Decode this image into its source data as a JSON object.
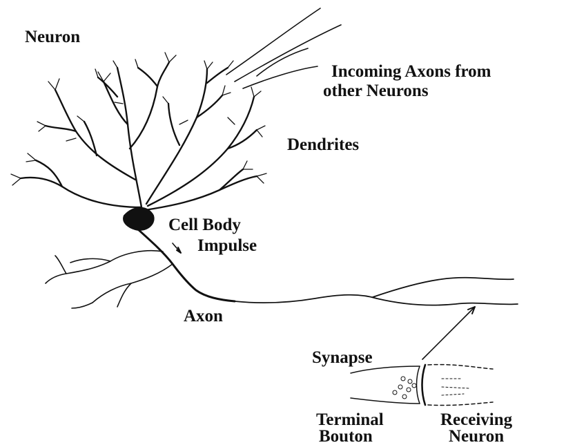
{
  "diagram": {
    "title": "Neuron",
    "labels": {
      "incoming_axons": [
        "Incoming Axons from",
        "other Neurons"
      ],
      "dendrites": "Dendrites",
      "cell_body": "Cell Body",
      "impulse": "Impulse",
      "axon": "Axon",
      "synapse": "Synapse",
      "terminal_bouton": [
        "Terminal",
        "Bouton"
      ],
      "receiving_neuron": [
        "Receiving",
        "Neuron"
      ]
    },
    "ink_color": "#111111",
    "background": "#ffffff"
  }
}
